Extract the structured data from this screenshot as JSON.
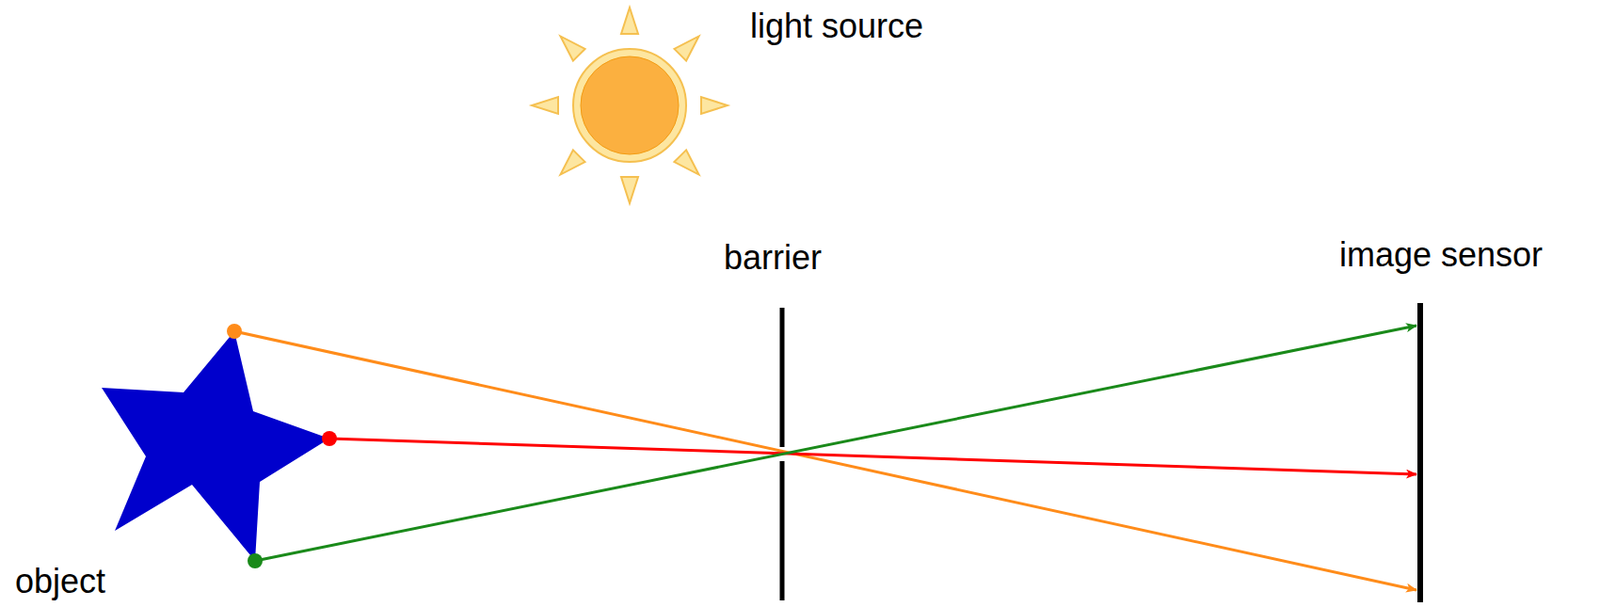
{
  "diagram": {
    "labels": [
      "light source",
      "barrier",
      "image sensor",
      "object"
    ]
  }
}
